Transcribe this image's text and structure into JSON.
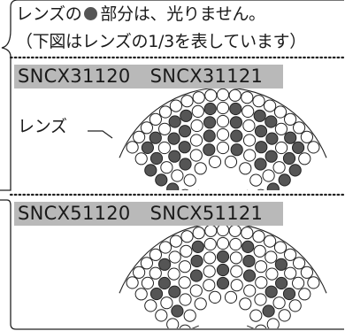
{
  "note": {
    "line1_before": "レンズの",
    "line1_after": "部分は、光りません。",
    "line2": "（下図はレンズの1/3を表しています）"
  },
  "sections": [
    {
      "models": [
        "SNCX31120",
        "SNCX31121"
      ],
      "lens_label": "レンズ"
    },
    {
      "models": [
        "SNCX51120",
        "SNCX51121"
      ]
    }
  ],
  "colors": {
    "unlit_led": "#555555",
    "lit_led": "#ffffff",
    "model_bar": "#b9b9b9"
  }
}
